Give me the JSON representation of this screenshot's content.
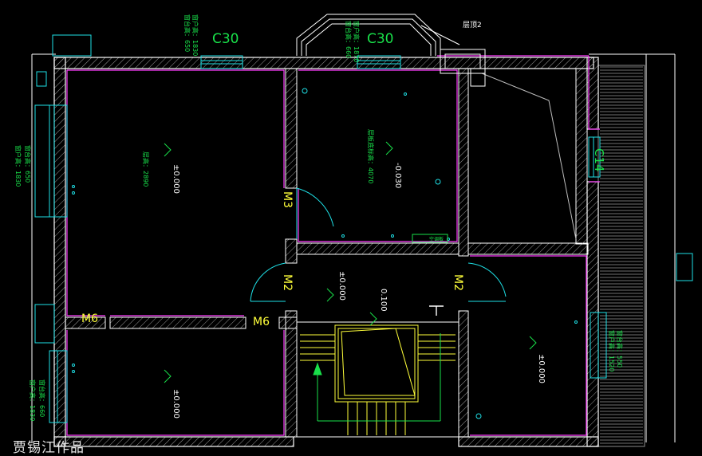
{
  "door_labels": {
    "m3": "M3",
    "m2_left": "M2",
    "m2_right": "M2",
    "m6_left": "M6",
    "m6_right": "M6"
  },
  "window_labels": {
    "c30_left": "C30",
    "c30_right": "C30",
    "c14": "C14"
  },
  "window_notes": {
    "top_left_line1": "窗台高：650",
    "top_left_line2": "窗户高：1830",
    "top_right_line1": "窗台高：660",
    "top_right_line2": "窗户高：1870",
    "left_upper_line1": "窗台高：650",
    "left_upper_line2": "窗户高：1830",
    "left_lower_line1": "窗台高：660",
    "left_lower_line2": "窗户高：1830",
    "right_line1": "窗台高：550",
    "right_line2": "窗户高：1520"
  },
  "level_marks": {
    "bedroom_top_left": "±0.000",
    "room_top_middle": "-0.030",
    "hall": "±0.000",
    "step": "0.100",
    "room_bottom_right": "±0.000",
    "room_bottom_left": "±0.000"
  },
  "room_notes": {
    "ceiling_height": "层高：2890",
    "beam_bottom": "层板底标高：4070",
    "roof_callout": "层顶2",
    "small_tag": "空调板"
  },
  "watermark": "贾锡江作品",
  "colors": {
    "wall": "#ffffff",
    "outline_magenta": "#ff3dff",
    "cyan": "#1ee0e6",
    "yellow": "#ffff3a",
    "green": "#19e04a",
    "hatch": "#9a9a9a"
  }
}
